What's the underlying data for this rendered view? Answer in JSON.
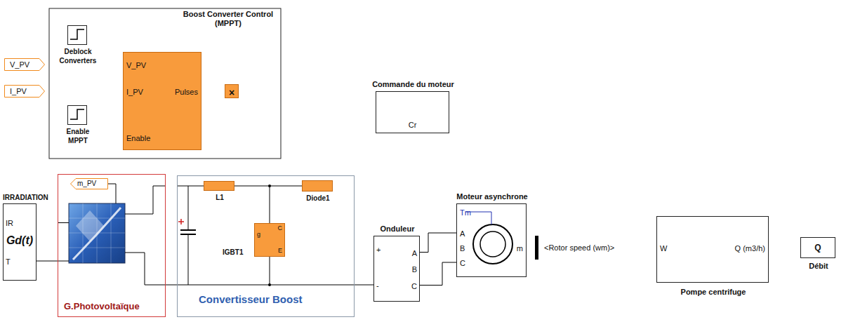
{
  "diagram": {
    "nodes": [
      {
        "text": [
          "Deblock Converters"
        ]
      },
      {
        "text": [
          "V_PV"
        ]
      },
      {
        "text": [
          "I_PV"
        ]
      },
      {
        "text": [
          "V_PV",
          "I_PV",
          "Pulses",
          "Enable"
        ]
      },
      {
        "text": [
          "Enable MPPT"
        ]
      },
      {
        "text": [
          "×"
        ]
      },
      {
        "text": [
          "IRRADIATION",
          "IR",
          "T",
          "Gd(t)"
        ]
      },
      {
        "text": [
          "G.Photovoltaïque"
        ]
      },
      {
        "text": [
          "m_PV"
        ],
        "in": 7
      },
      {
        "text": [
          "Convertisseur Boost"
        ]
      },
      {
        "text": [
          "L1"
        ],
        "in": 9
      },
      {
        "text": [
          "IGBT1",
          "g",
          "C",
          "E"
        ],
        "in": 9
      },
      {
        "text": [
          "Diode1"
        ],
        "in": 9
      },
      {
        "text": [
          "Onduleur",
          "+",
          "-",
          "A",
          "B",
          "C"
        ]
      },
      {
        "text": [
          "Commande du moteur",
          "Cr"
        ]
      },
      {
        "text": [
          "Moteur asynchrone",
          "Tm",
          "A",
          "B",
          "C",
          "m"
        ]
      },
      {
        "text": [
          "<Rotor speed (wm)>"
        ]
      },
      {
        "text": [
          "Pompe centrifuge",
          "W",
          "Q (m3/h)"
        ]
      },
      {
        "text": [
          "Q",
          "Débit"
        ]
      }
    ],
    "edges": [
      {
        "from": 0,
        "to": 5,
        "arrow": "to"
      },
      {
        "from": 1,
        "to": 3,
        "arrow": "to"
      },
      {
        "from": 2,
        "to": 3,
        "arrow": "to"
      },
      {
        "from": 4,
        "to": 3,
        "arrow": "to"
      },
      {
        "from": 3,
        "to": 5,
        "arrow": "to"
      },
      {
        "from": 5,
        "to": 11,
        "arrow": "to"
      },
      {
        "from": 6,
        "to": 7,
        "arrow": "to"
      },
      {
        "from": 7,
        "to": 9,
        "arrow": "none"
      },
      {
        "from": 12,
        "to": 13,
        "arrow": "none"
      },
      {
        "from": 14,
        "to": 15,
        "arrow": "to"
      },
      {
        "from": 13,
        "to": 15,
        "arrow": "none"
      },
      {
        "from": 15,
        "to": 16,
        "arrow": "to"
      },
      {
        "from": 16,
        "to": 17,
        "arrow": "to"
      },
      {
        "from": 17,
        "to": 18,
        "arrow": "to"
      }
    ],
    "labels": [
      "Boost Converter Control (MPPT)"
    ]
  }
}
